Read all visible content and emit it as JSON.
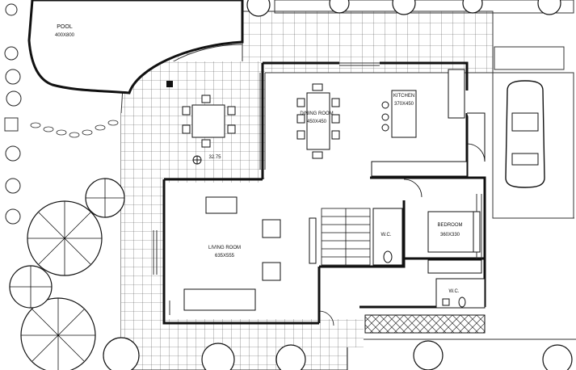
{
  "rooms": {
    "pool": {
      "name": "POOL",
      "size": "400X800"
    },
    "dining": {
      "name": "DINING ROOM",
      "size": "450X450"
    },
    "kitchen": {
      "name": "KITCHEN",
      "size": "370X450"
    },
    "living": {
      "name": "LIVING ROOM",
      "size": "635X555"
    },
    "bedroom": {
      "name": "BEDROOM",
      "size": "360X330"
    },
    "wc1": {
      "name": "W.C."
    },
    "wc2": {
      "name": "W.C."
    }
  },
  "annotations": {
    "level": "32.75"
  }
}
